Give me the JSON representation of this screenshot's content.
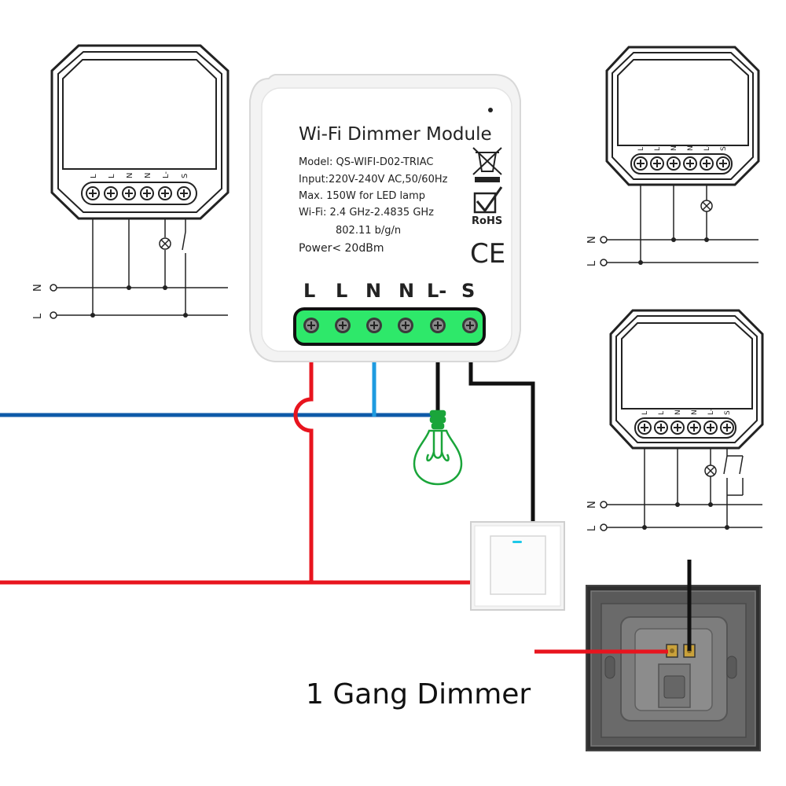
{
  "module": {
    "title": "Wi-Fi Dimmer Module",
    "model": "Model: QS-WIFI-D02-TRIAC",
    "input": "Input:220V-240V AC,50/60Hz",
    "max_load": "Max. 150W for LED lamp",
    "wifi": "Wi-Fi: 2.4 GHz-2.4835 GHz",
    "wifi_std": "802.11 b/g/n",
    "power": "Power< 20dBm",
    "rohs": "RoHS",
    "ce": "CE",
    "terminals": [
      "L",
      "L",
      "N",
      "N",
      "L-",
      "S"
    ]
  },
  "mini_terminals": [
    "L",
    "L",
    "N",
    "N",
    "L-",
    "S"
  ],
  "supply_labels": {
    "n": "N",
    "l": "L"
  },
  "caption": "1 Gang Dimmer",
  "colors": {
    "live": "#e8141e",
    "neutral": "#0e5aa8",
    "neutral_light": "#1e9be0",
    "load": "#111111",
    "lamp": "#1aa53a",
    "terminal_block": "#2ee86a"
  }
}
